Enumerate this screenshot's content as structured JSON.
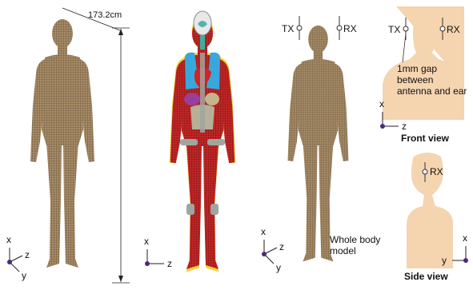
{
  "height_label": "173.2cm",
  "tx_label": "TX",
  "rx_label": "RX",
  "gap_note": [
    "1mm gap",
    "between",
    "antenna and ear"
  ],
  "whole_body_label": [
    "Whole body",
    "model"
  ],
  "front_view_title": "Front view",
  "side_view_title": "Side view",
  "axis_x": "x",
  "axis_y": "y",
  "axis_z": "z",
  "colors": {
    "skin_voxel": "#a88d68",
    "skin_voxel_dark": "#7a6346",
    "skin_light": "#f5d4b0",
    "muscle": "#c42828",
    "fat": "#f1d63a",
    "bone": "#9fa6a0",
    "lung": "#38a8dc",
    "heart": "#d02424",
    "axis_dot": "#4b2a7a",
    "antenna": "#333333"
  }
}
